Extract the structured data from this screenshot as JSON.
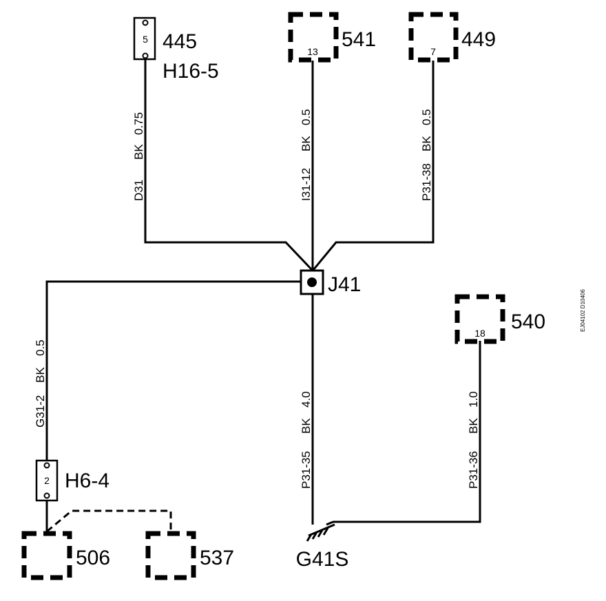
{
  "components": {
    "c445": {
      "id": "445",
      "connector": "H16-5",
      "pin": "5"
    },
    "c541": {
      "id": "541",
      "pin": "13"
    },
    "c449": {
      "id": "449",
      "pin": "7"
    },
    "c540": {
      "id": "540",
      "pin": "18"
    },
    "c506": {
      "id": "506"
    },
    "c537": {
      "id": "537"
    },
    "h6": {
      "connector": "H6-4",
      "pin": "2"
    }
  },
  "splice": "J41",
  "ground": "G41S",
  "wires": {
    "w1": {
      "id": "D31",
      "color": "BK",
      "size": "0.75"
    },
    "w2": {
      "id": "I31-12",
      "color": "BK",
      "size": "0.5"
    },
    "w3": {
      "id": "P31-38",
      "color": "BK",
      "size": "0.5"
    },
    "w4": {
      "id": "G31-2",
      "color": "BK",
      "size": "0.5"
    },
    "w5": {
      "id": "P31-35",
      "color": "BK",
      "size": "4.0"
    },
    "w6": {
      "id": "P31-36",
      "color": "BK",
      "size": "1.0"
    }
  },
  "diagram_code": "EJ04102 D10406"
}
